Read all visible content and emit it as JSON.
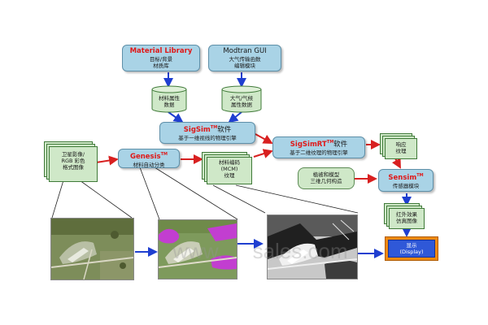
{
  "colors": {
    "arrow_blue": "#1f3fd0",
    "arrow_red": "#d82020",
    "box_blue": "#a9d3e6",
    "box_green": "#cfe8c8",
    "accent_red": "#e01818",
    "display_orange": "#f08a10",
    "display_blue": "#2f58d8"
  },
  "material_library": {
    "title": "Material Library",
    "line1": "目标/背景",
    "line2": "材质库"
  },
  "modtran_gui": {
    "title": "Modtran GUI",
    "line1": "大气传输函数",
    "line2": "编辑模块"
  },
  "material_db": {
    "line1": "材料属性",
    "line2": "数据"
  },
  "atmos_db": {
    "line1": "大气/气候",
    "line2": "属性数据"
  },
  "sigsim": {
    "name": "SigSim",
    "tm": "TM",
    "suffix": "软件",
    "line1": "基于一维视线的物理引擎"
  },
  "sigsim_rt": {
    "name": "SigSimRT",
    "tm": "TM",
    "suffix": "软件",
    "line1": "基于二维纹理的物理引擎"
  },
  "genesis": {
    "name": "Genesis",
    "tm": "TM",
    "line1": "材料自动分类"
  },
  "satellite": {
    "line1": "卫星影像/",
    "line2": "RGB 彩色",
    "line3": "格式图像"
  },
  "mcm": {
    "line1": "材料编码",
    "line2": "(MCM)",
    "line3": "纹理"
  },
  "response": {
    "line1": "响应",
    "line2": "纹理"
  },
  "vegetation": {
    "line1": "植被和模型",
    "line2": "三维几何构造"
  },
  "sensim": {
    "name": "Sensim",
    "tm": "TM",
    "line1": "传感器模块"
  },
  "ir_effect": {
    "line1": "红外效果",
    "line2": "仿真图像"
  },
  "display": {
    "line1": "显示",
    "line2": "(Display)"
  },
  "watermark": "www.     sales.com"
}
